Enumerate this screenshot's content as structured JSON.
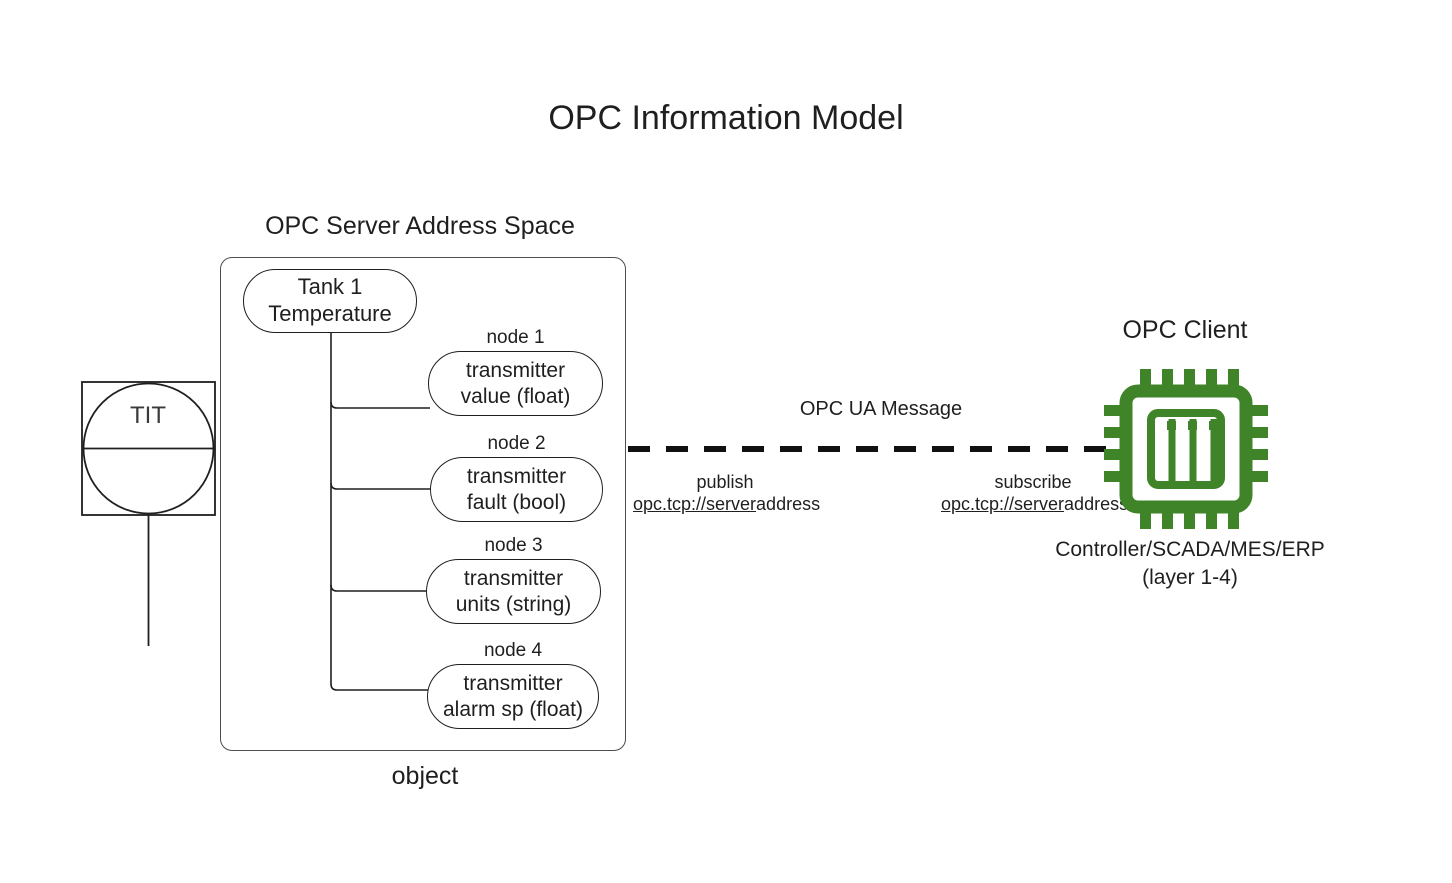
{
  "title": "OPC Information Model",
  "colors": {
    "chip_green": "#3f8428",
    "stroke": "#1f1f1f",
    "box_stroke": "#4d4d4d",
    "background": "#ffffff"
  },
  "server": {
    "caption": "OPC Server Address Space",
    "footer_caption": "object",
    "root_node": {
      "line1": "Tank 1",
      "line2": "Temperature"
    },
    "nodes": [
      {
        "label": "node 1",
        "line1": "transmitter",
        "line2": "value (float)"
      },
      {
        "label": "node 2",
        "line1": "transmitter",
        "line2": "fault (bool)"
      },
      {
        "label": "node 3",
        "line1": "transmitter",
        "line2": "units (string)"
      },
      {
        "label": "node 4",
        "line1": "transmitter",
        "line2": "alarm sp (float)"
      }
    ]
  },
  "field_device": {
    "tag": "TIT",
    "symbol": "instrument-bubble-icon"
  },
  "transport": {
    "message_label": "OPC UA Message",
    "publish": {
      "action": "publish",
      "uri_link": "opc.tcp://server",
      "uri_tail": "address"
    },
    "subscribe": {
      "action": "subscribe",
      "uri_link": "opc.tcp://server",
      "uri_tail": "address"
    }
  },
  "client": {
    "caption": "OPC Client",
    "icon": "cpu-chip-icon",
    "role_line1": "Controller/SCADA/MES/ERP",
    "role_line2": "(layer 1-4)"
  }
}
